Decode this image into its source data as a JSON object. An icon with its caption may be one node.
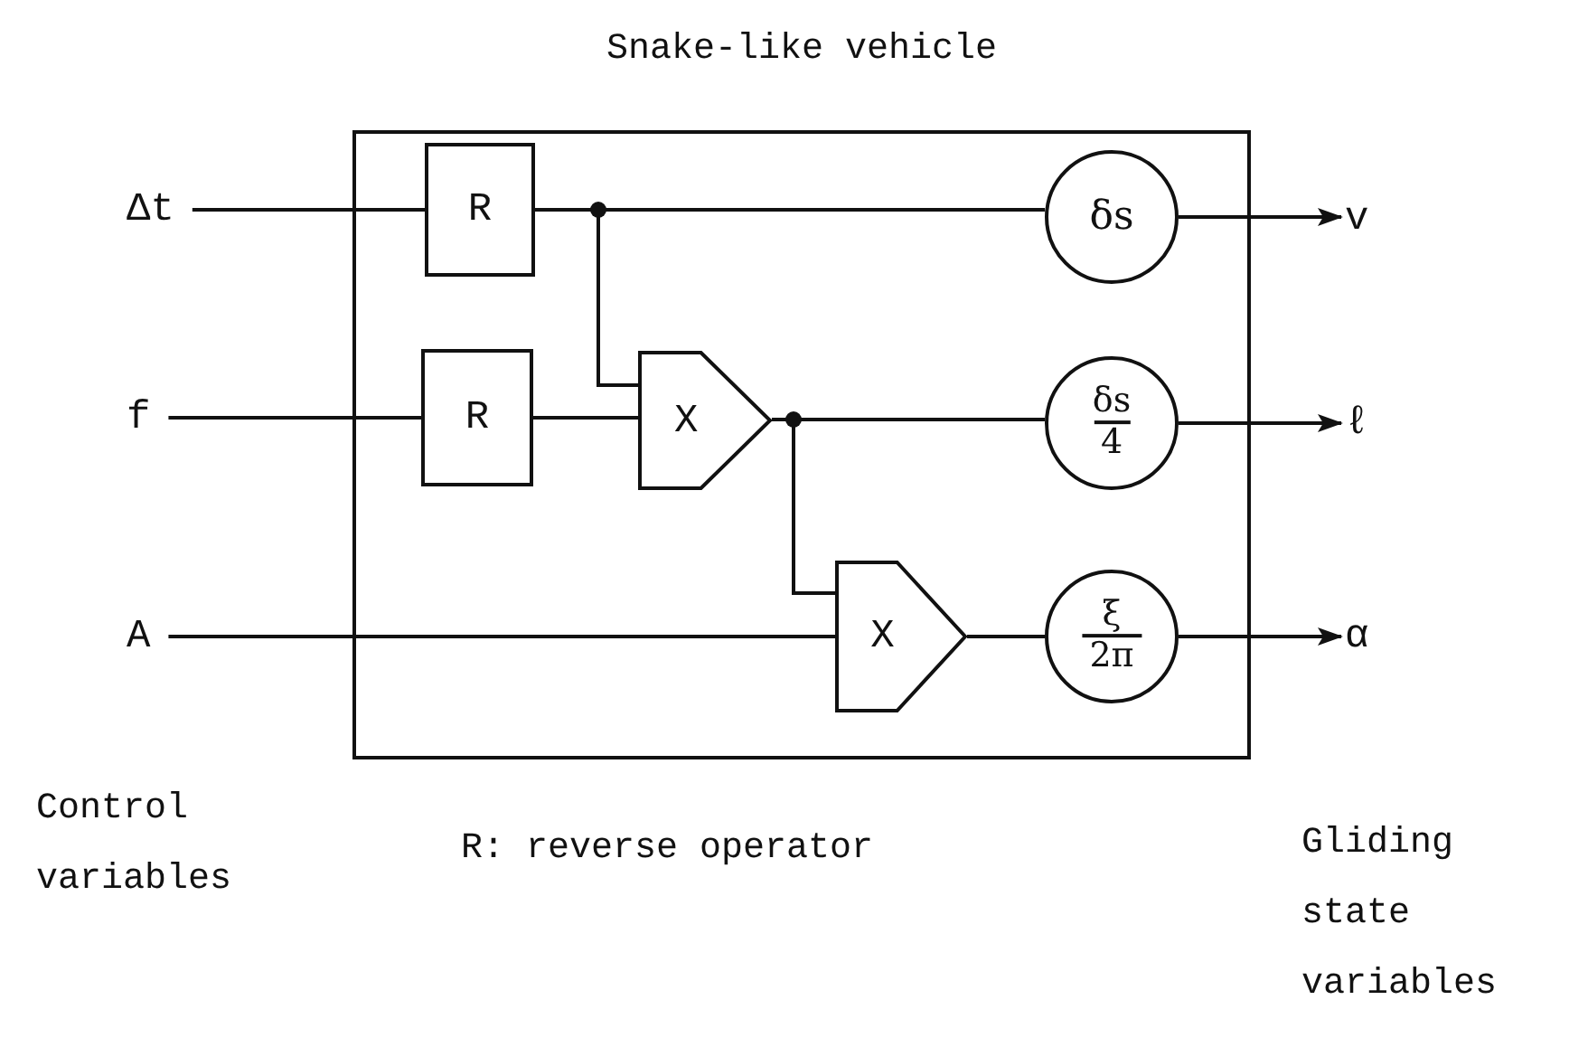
{
  "diagram": {
    "nodes": [
      {
        "text": [
          "Snake-like vehicle"
        ]
      },
      {
        "text": [
          "Δt"
        ]
      },
      {
        "text": [
          "f"
        ]
      },
      {
        "text": [
          "A"
        ]
      },
      {
        "text": [
          "R"
        ],
        "in": 0
      },
      {
        "text": [
          "R"
        ],
        "in": 0
      },
      {
        "text": [
          "X"
        ],
        "in": 0
      },
      {
        "text": [
          "X"
        ],
        "in": 0
      },
      {
        "text": [
          "δs"
        ],
        "in": 0
      },
      {
        "text": [
          "δs",
          "4"
        ],
        "in": 0
      },
      {
        "text": [
          "ξ",
          "2π"
        ],
        "in": 0
      },
      {
        "text": [
          "v"
        ]
      },
      {
        "text": [
          "ℓ"
        ]
      },
      {
        "text": [
          "α"
        ]
      }
    ],
    "edges": [
      {
        "from": 1,
        "to": 4,
        "arrow": "none"
      },
      {
        "from": 4,
        "to": 8,
        "arrow": "none"
      },
      {
        "from": 4,
        "to": 6,
        "arrow": "none"
      },
      {
        "from": 2,
        "to": 5,
        "arrow": "none"
      },
      {
        "from": 5,
        "to": 6,
        "arrow": "none"
      },
      {
        "from": 6,
        "to": 9,
        "arrow": "none"
      },
      {
        "from": 6,
        "to": 7,
        "arrow": "none"
      },
      {
        "from": 3,
        "to": 7,
        "arrow": "none"
      },
      {
        "from": 7,
        "to": 10,
        "arrow": "none"
      },
      {
        "from": 8,
        "to": 11,
        "arrow": "to"
      },
      {
        "from": 9,
        "to": 12,
        "arrow": "to"
      },
      {
        "from": 10,
        "to": 13,
        "arrow": "to"
      }
    ],
    "labels": [
      "Control variables",
      "R: reverse operator",
      "Gliding state variables"
    ]
  }
}
